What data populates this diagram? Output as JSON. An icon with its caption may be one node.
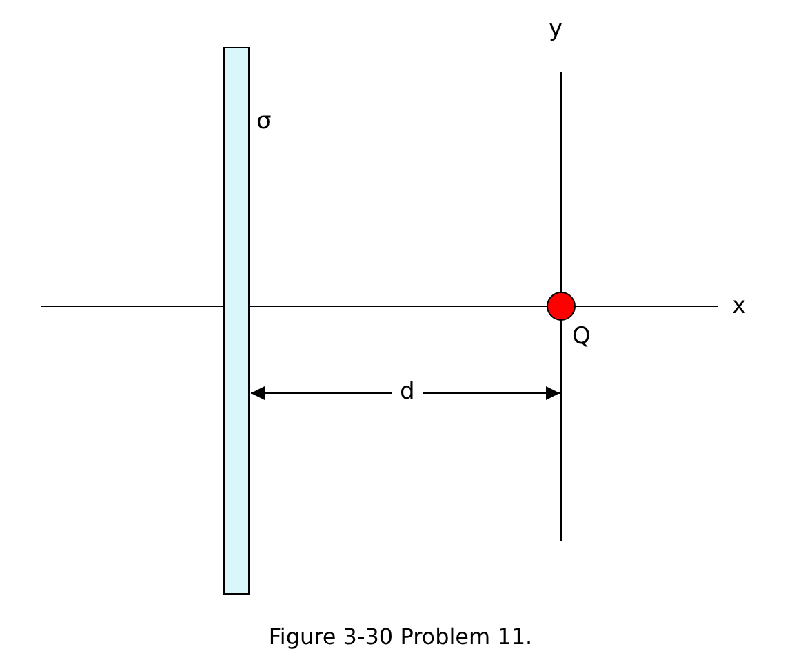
{
  "diagram": {
    "caption": "Figure 3-30 Problem 11.",
    "nodes": [
      {
        "text": [],
        "shape": "bar",
        "beside": [
          "σ"
        ]
      },
      {
        "text": [],
        "shape": "circle",
        "beside": [
          "Q"
        ]
      }
    ],
    "labels": [
      "y",
      "x",
      "d"
    ]
  }
}
